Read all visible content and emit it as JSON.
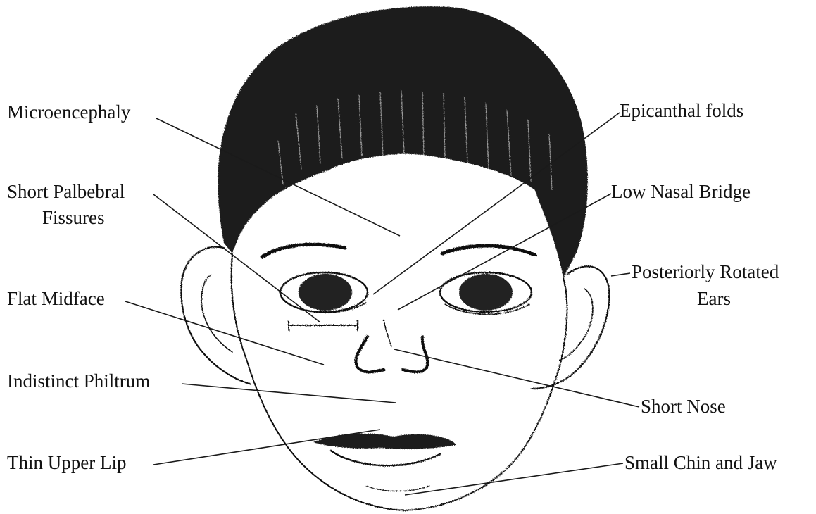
{
  "labels": {
    "microencephaly": "Microencephaly",
    "short_palpebral_line1": "Short Palbebral",
    "short_palpebral_line2": "Fissures",
    "flat_midface": "Flat Midface",
    "indistinct_philtrum": "Indistinct Philtrum",
    "thin_upper_lip": "Thin Upper Lip",
    "epicanthal_folds": "Epicanthal folds",
    "low_nasal_bridge": "Low Nasal Bridge",
    "posteriorly_rotated_line1": "Posteriorly Rotated",
    "posteriorly_rotated_line2": "Ears",
    "short_nose": "Short Nose",
    "small_chin_jaw": "Small Chin and Jaw"
  }
}
